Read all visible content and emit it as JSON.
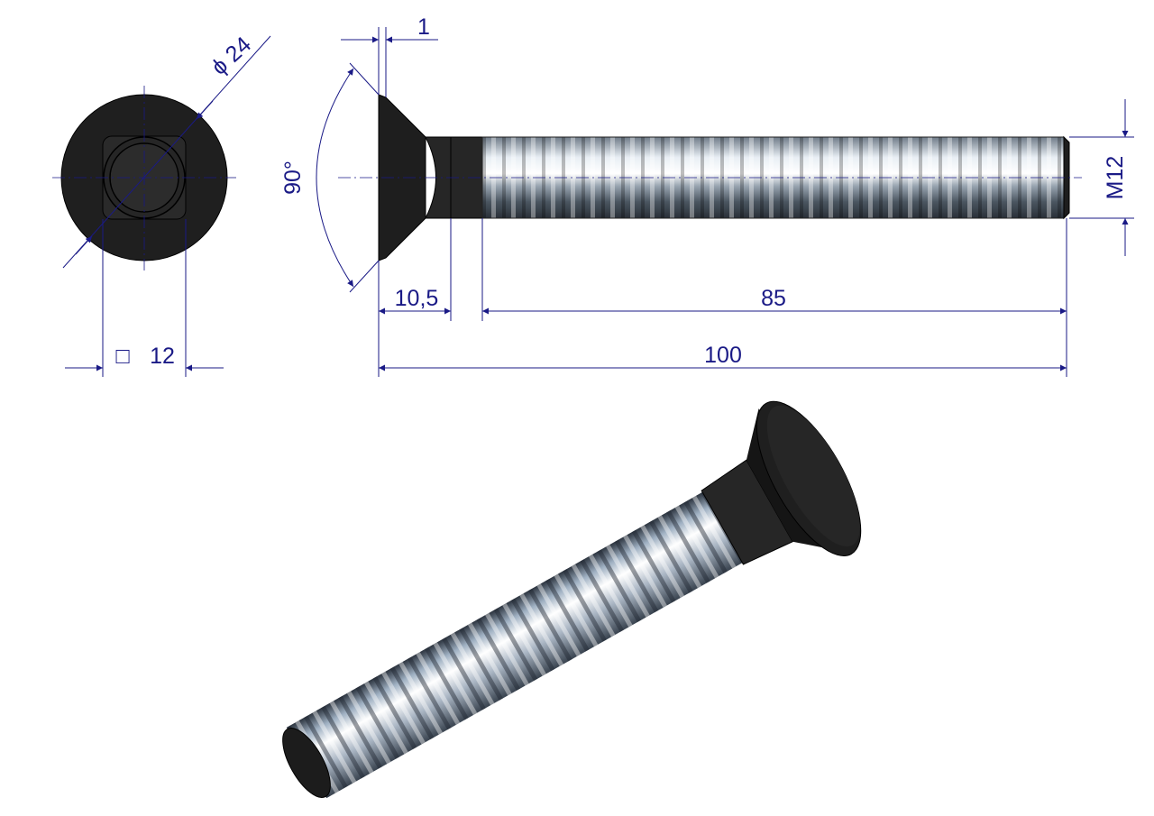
{
  "drawing": {
    "dimensions": {
      "head_diameter": "ϕ 24",
      "square_symbol": "□",
      "square_size": "12",
      "head_thickness_edge": "1",
      "head_angle": "90°",
      "neck_length": "10,5",
      "thread_length": "85",
      "total_length": "100",
      "thread_size": "M12"
    },
    "colors": {
      "dimension": "#1a1a86",
      "steel_black": "#1c1c1c",
      "zinc": "#b8c4d0"
    }
  }
}
